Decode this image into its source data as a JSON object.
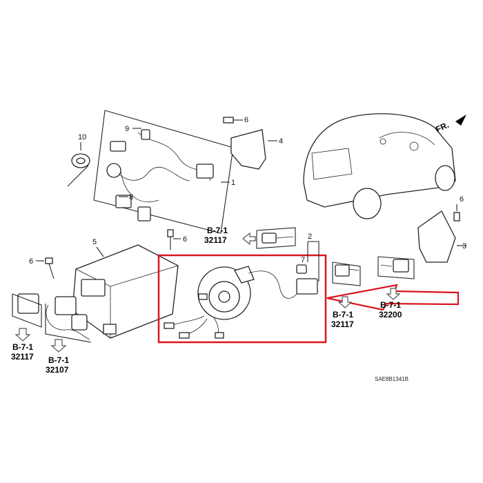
{
  "diagram_code": "SAE8B1341B",
  "front_indicator": "FR.",
  "callouts": [
    "1",
    "2",
    "3",
    "4",
    "5",
    "6",
    "6",
    "6",
    "6",
    "7",
    "8",
    "9",
    "10"
  ],
  "references": [
    {
      "section": "B-7-1",
      "code": "32117"
    },
    {
      "section": "B-7-1",
      "code": "32117"
    },
    {
      "section": "B-7-1",
      "code": "32200"
    },
    {
      "section": "B-7-1",
      "code": "32117"
    },
    {
      "section": "B-7-1",
      "code": "32107"
    }
  ],
  "highlight_color": "#d8141e"
}
